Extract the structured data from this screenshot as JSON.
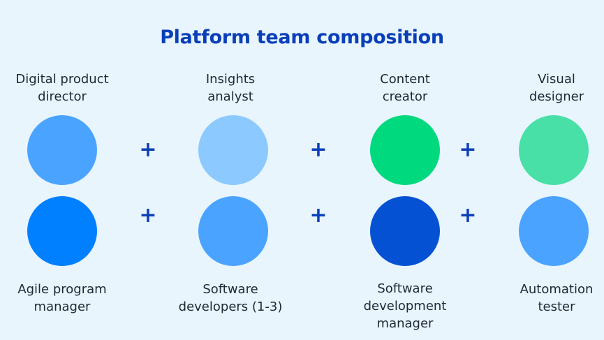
{
  "title": "Platform team composition",
  "plus_symbol": "+",
  "colors": {
    "background": "#e8f5fd",
    "title": "#0a3fb8",
    "plus": "#0a3fb8",
    "text": "#1f2933"
  },
  "top_roles": [
    {
      "label": "Digital product\ndirector",
      "color": "#4aa3ff"
    },
    {
      "label": "Insights\nanalyst",
      "color": "#8cc9ff"
    },
    {
      "label": "Content\ncreator",
      "color": "#00d97e"
    },
    {
      "label": "Visual\ndesigner",
      "color": "#48e0a6"
    }
  ],
  "bottom_roles": [
    {
      "label": "Agile program\nmanager",
      "color": "#0080ff"
    },
    {
      "label": "Software\ndevelopers (1-3)",
      "color": "#4aa3ff"
    },
    {
      "label": "Software\ndevelopment\nmanager",
      "color": "#0452d3"
    },
    {
      "label": "Automation\ntester",
      "color": "#4aa3ff"
    }
  ]
}
